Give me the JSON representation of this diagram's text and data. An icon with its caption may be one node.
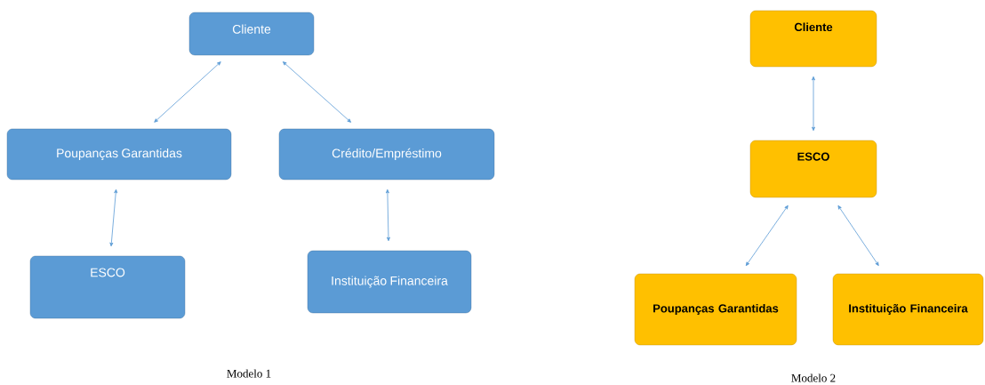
{
  "diagram": {
    "nodes": [
      {
        "text": [
          "Cliente"
        ]
      },
      {
        "text": [
          "Poupanças Garantidas"
        ]
      },
      {
        "text": [
          "Crédito/Empréstimo"
        ]
      },
      {
        "text": [
          "ESCO"
        ]
      },
      {
        "text": [
          "Instituição Financeira"
        ]
      },
      {
        "text": [
          "Cliente"
        ]
      },
      {
        "text": [
          "ESCO"
        ]
      },
      {
        "text": [
          "Poupanças Garantidas"
        ]
      },
      {
        "text": [
          "Instituição Financeira"
        ]
      }
    ],
    "edges": [
      {
        "from": 0,
        "to": 1,
        "arrow": "both"
      },
      {
        "from": 0,
        "to": 2,
        "arrow": "both"
      },
      {
        "from": 1,
        "to": 3,
        "arrow": "both"
      },
      {
        "from": 2,
        "to": 4,
        "arrow": "both"
      },
      {
        "from": 5,
        "to": 6,
        "arrow": "both"
      },
      {
        "from": 6,
        "to": 7,
        "arrow": "both"
      },
      {
        "from": 6,
        "to": 8,
        "arrow": "both"
      }
    ],
    "labels": [
      "Modelo 1",
      "Modelo 2"
    ]
  }
}
